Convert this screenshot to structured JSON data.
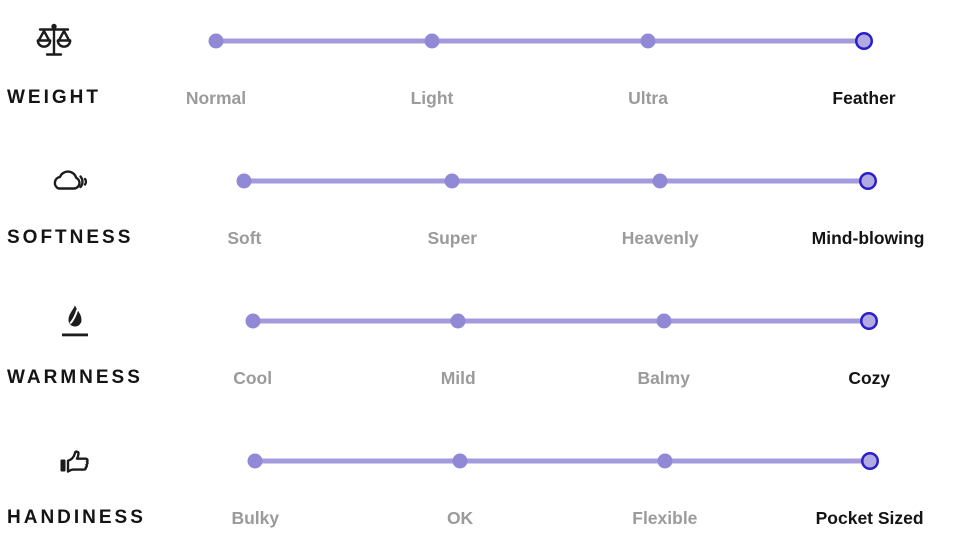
{
  "colors": {
    "track": "#a49bdd",
    "dot": "#9189d6",
    "ring": "#2a1ecd",
    "ringdot": "#b3abdf",
    "gray": "#9b9b9b",
    "black": "#141414"
  },
  "rows": [
    {
      "label": "WEIGHT",
      "icon": "balance-scale-icon",
      "options": [
        {
          "label": "Normal",
          "selected": false
        },
        {
          "label": "Light",
          "selected": false
        },
        {
          "label": "Ultra",
          "selected": false
        },
        {
          "label": "Feather",
          "selected": true
        }
      ]
    },
    {
      "label": "SOFTNESS",
      "icon": "soft-cloud-icon",
      "options": [
        {
          "label": "Soft",
          "selected": false
        },
        {
          "label": "Super",
          "selected": false
        },
        {
          "label": "Heavenly",
          "selected": false
        },
        {
          "label": "Mind-blowing",
          "selected": true
        }
      ]
    },
    {
      "label": "WARMNESS",
      "icon": "flame-icon",
      "options": [
        {
          "label": "Cool",
          "selected": false
        },
        {
          "label": "Mild",
          "selected": false
        },
        {
          "label": "Balmy",
          "selected": false
        },
        {
          "label": "Cozy",
          "selected": true
        }
      ]
    },
    {
      "label": "HANDINESS",
      "icon": "thumbs-up-icon",
      "options": [
        {
          "label": "Bulky",
          "selected": false
        },
        {
          "label": "OK",
          "selected": false
        },
        {
          "label": "Flexible",
          "selected": false
        },
        {
          "label": "Pocket Sized",
          "selected": true
        }
      ]
    }
  ]
}
